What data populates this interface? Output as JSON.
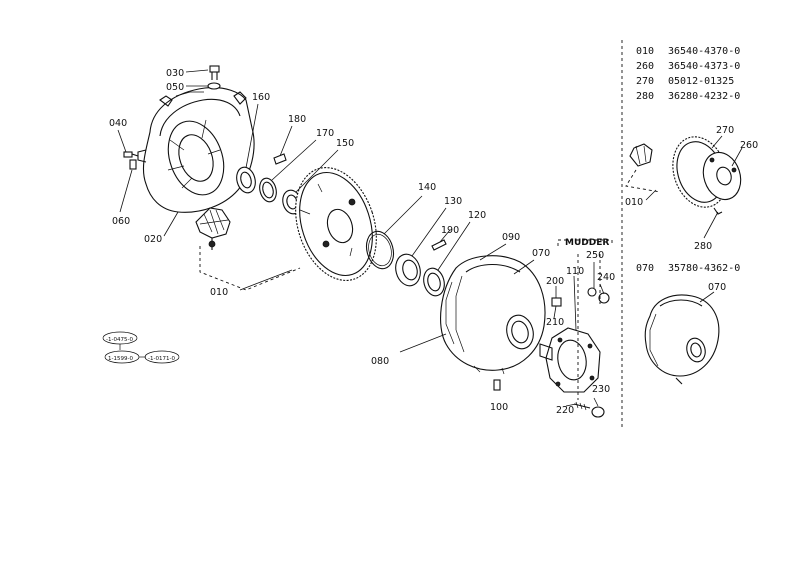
{
  "diagram": {
    "callouts": {
      "c010": "010",
      "c010b": "010",
      "c020": "020",
      "c030": "030",
      "c040": "040",
      "c050": "050",
      "c060": "060",
      "c070": "070",
      "c070b": "070",
      "c080": "080",
      "c090": "090",
      "c100": "100",
      "c110": "110",
      "c120": "120",
      "c130": "130",
      "c140": "140",
      "c150": "150",
      "c160": "160",
      "c170": "170",
      "c180": "180",
      "c190": "190",
      "c200": "200",
      "c210": "210",
      "c220": "220",
      "c230": "230",
      "c240": "240",
      "c250": "250",
      "c260": "260",
      "c270": "270",
      "c280": "280"
    },
    "mudder_label": "MUDDER",
    "serial_tags": [
      "-1-0475-0",
      "1-1599-0",
      "-1-0171-0"
    ]
  },
  "parts_table": {
    "group1": [
      {
        "ref": "010",
        "part_no": "36540-4370-0"
      },
      {
        "ref": "260",
        "part_no": "36540-4373-0"
      },
      {
        "ref": "270",
        "part_no": "05012-01325"
      },
      {
        "ref": "280",
        "part_no": "36280-4232-0"
      }
    ],
    "group2": [
      {
        "ref": "070",
        "part_no": "35780-4362-0"
      }
    ]
  }
}
